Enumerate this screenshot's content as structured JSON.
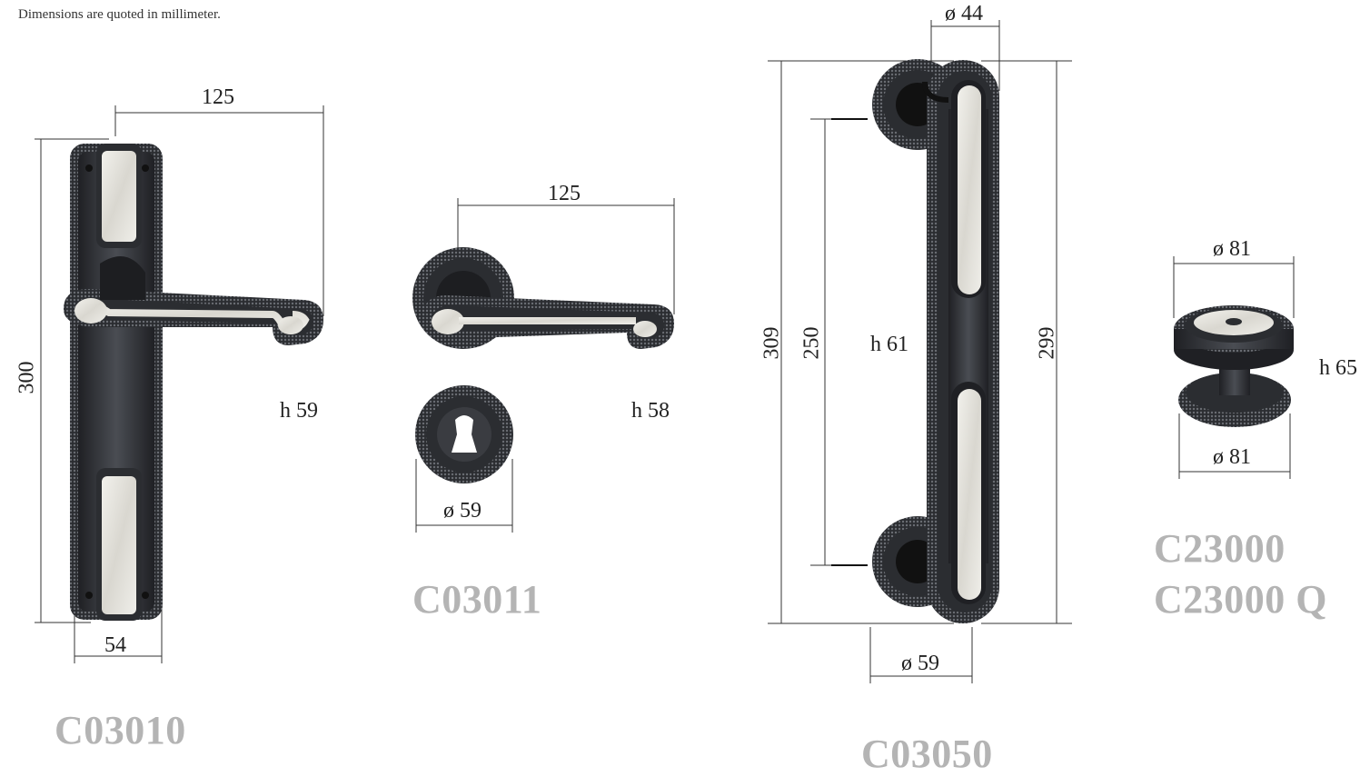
{
  "note": "Dimensions are quoted in millimeter.",
  "products": [
    {
      "code": "C03010",
      "dims": {
        "length": "125",
        "height_total": "300",
        "width": "54",
        "h": "h 59"
      }
    },
    {
      "code": "C03011",
      "dims": {
        "length": "125",
        "rosette": "ø 59",
        "h": "h 58"
      }
    },
    {
      "code": "C03050",
      "dims": {
        "top_diam": "ø 44",
        "overall": "309",
        "center": "250",
        "h": "h 61",
        "length": "299",
        "base_diam": "ø 59"
      }
    },
    {
      "code_lines": [
        "C23000",
        "C23000 Q"
      ],
      "dims": {
        "top_diam": "ø 81",
        "bottom_diam": "ø 81",
        "h": "h 65"
      }
    }
  ],
  "colors": {
    "metal": "#2b2d31",
    "metal_light": "#4a4d53",
    "pearl": "#e6e4de",
    "code_text": "#b4b4b4"
  }
}
